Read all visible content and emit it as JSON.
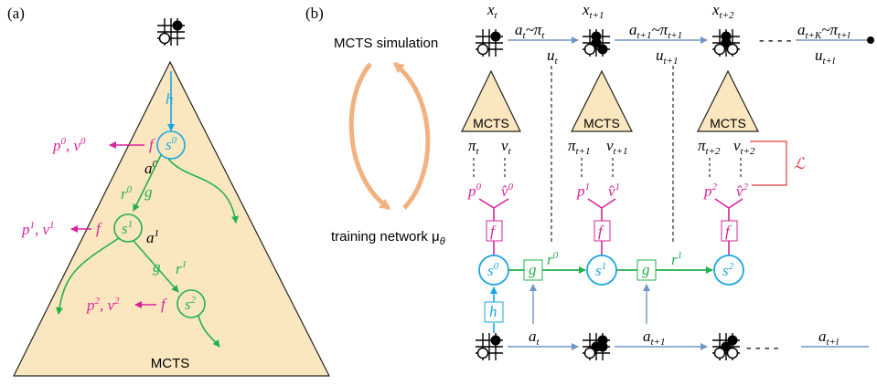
{
  "panel_a": {
    "label": "(a)",
    "tree_label": "MCTS",
    "h_label": "h",
    "nodes": [
      {
        "text": "s",
        "sup": "0"
      },
      {
        "text": "s",
        "sup": "1"
      },
      {
        "text": "s",
        "sup": "2"
      }
    ],
    "f_label": "f",
    "g_label": "g",
    "outputs": [
      {
        "text": "p",
        "sup1": "0",
        "mid": ", v",
        "sup2": "0"
      },
      {
        "text": "p",
        "sup1": "1",
        "mid": ", v",
        "sup2": "1"
      },
      {
        "text": "p",
        "sup1": "2",
        "mid": ", v",
        "sup2": "2"
      }
    ],
    "actions": [
      {
        "text": "a",
        "sup": "0"
      },
      {
        "text": "a",
        "sup": "1"
      }
    ],
    "rewards": [
      {
        "text": "r",
        "sup": "0"
      },
      {
        "text": "r",
        "sup": "1"
      }
    ]
  },
  "panel_b": {
    "label": "(b)",
    "mcts_simulation": "MCTS simulation",
    "training_network": "training network μ",
    "training_network_sub": "θ",
    "states_top": [
      {
        "text": "x",
        "sub": "t"
      },
      {
        "text": "x",
        "sub": "t+1"
      },
      {
        "text": "x",
        "sub": "t+2"
      }
    ],
    "action_policy": [
      {
        "a": "a",
        "a_sub": "t",
        "pi": "~π",
        "pi_sub": "t",
        "u": "u",
        "u_sub": "t"
      },
      {
        "a": "a",
        "a_sub": "t+1",
        "pi": "~π",
        "pi_sub": "t+1",
        "u": "u",
        "u_sub": "t+1"
      },
      {
        "a": "a",
        "a_sub": "t+K",
        "pi": "~π",
        "pi_sub": "t+l",
        "u": "u",
        "u_sub": "t+l"
      }
    ],
    "dashes": "- - - -",
    "mcts_label": "MCTS",
    "search_outputs": [
      {
        "pi": "π",
        "pi_sub": "t",
        "v": "v",
        "v_sub": "t"
      },
      {
        "pi": "π",
        "pi_sub": "t+1",
        "v": "v",
        "v_sub": "t+1"
      },
      {
        "pi": "π",
        "pi_sub": "t+2",
        "v": "v",
        "v_sub": "t+2"
      }
    ],
    "predictions": [
      {
        "p": "p",
        "p_sup": "0",
        "v": "v̂",
        "v_sup": "0"
      },
      {
        "p": "p",
        "p_sup": "1",
        "v": "v̂",
        "v_sup": "1"
      },
      {
        "p": "p",
        "p_sup": "2",
        "v": "v̂",
        "v_sup": "2"
      }
    ],
    "loss": "ℒ",
    "f_label": "f",
    "g_label": "g",
    "h_label": "h",
    "hidden": [
      {
        "text": "s",
        "sup": "0"
      },
      {
        "text": "s",
        "sup": "1"
      },
      {
        "text": "s",
        "sup": "2"
      }
    ],
    "rewards": [
      {
        "text": "r",
        "sup": "0"
      },
      {
        "text": "r",
        "sup": "1"
      }
    ],
    "bottom_actions": [
      {
        "text": "a",
        "sub": "t"
      },
      {
        "text": "a",
        "sub": "t+1"
      },
      {
        "text": "a",
        "sub": "t+l"
      }
    ]
  },
  "colors": {
    "blue": "#1aa7e0",
    "green": "#22b04b",
    "magenta": "#d6239a",
    "arrow_gray": "#6f96c4",
    "loss_red": "#e53935",
    "tree_fill": "#fbe7bf",
    "cycle": "#f2b27f"
  }
}
